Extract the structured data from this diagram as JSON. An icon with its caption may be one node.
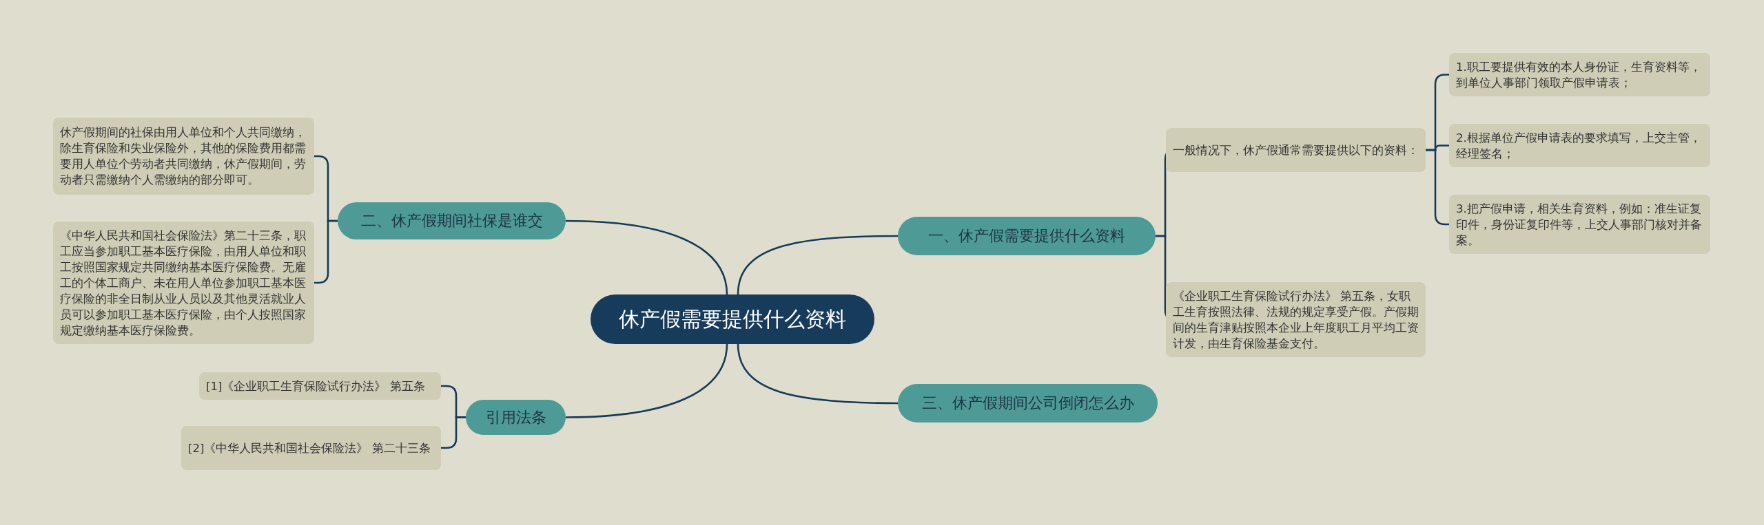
{
  "diagram": {
    "nodes": [
      {
        "text": [
          "休产假需要提供什么资料"
        ]
      },
      {
        "text": [
          "一、休产假需要提供什么资料"
        ]
      },
      {
        "text": [
          "一般情况下，休产假通常需要提供以下的资料："
        ]
      },
      {
        "text": [
          "1.职工要提供有效的本人身份证，生育资料等，到单位人事部门领取产假申请表；"
        ]
      },
      {
        "text": [
          "2.根据单位产假申请表的要求填写，上交主管，经理签名；"
        ]
      },
      {
        "text": [
          "3.把产假申请，相关生育资料，例如：准生证复印件，身份证复印件等，上交人事部门核对并备案。"
        ]
      },
      {
        "text": [
          "《企业职工生育保险试行办法》 第五条，女职工生育按照法律、法规的规定享受产假。产假期间的生育津贴按照本企业上年度职工月平均工资计发，由生育保险基金支付。"
        ]
      },
      {
        "text": [
          "三、休产假期间公司倒闭怎么办"
        ]
      },
      {
        "text": [
          "二、休产假期间社保是谁交"
        ]
      },
      {
        "text": [
          "休产假期间的社保由用人单位和个人共同缴纳，除生育保险和失业保险外，其他的保险费用都需要用人单位个劳动者共同缴纳，休产假期间，劳动者只需缴纳个人需缴纳的部分即可。"
        ]
      },
      {
        "text": [
          "《中华人民共和国社会保险法》第二十三条，职工应当参加职工基本医疗保险，由用人单位和职工按照国家规定共同缴纳基本医疗保险费。无雇工的个体工商户、未在用人单位参加职工基本医疗保险的非全日制从业人员以及其他灵活就业人员可以参加职工基本医疗保险，由个人按照国家规定缴纳基本医疗保险费。"
        ]
      },
      {
        "text": [
          "引用法条"
        ]
      },
      {
        "text": [
          "[1]《企业职工生育保险试行办法》 第五条"
        ]
      },
      {
        "text": [
          "[2]《中华人民共和国社会保险法》 第二十三条"
        ]
      }
    ],
    "edges": [
      {
        "from": 0,
        "to": 1,
        "arrow": "none"
      },
      {
        "from": 1,
        "to": 2,
        "arrow": "none"
      },
      {
        "from": 2,
        "to": 3,
        "arrow": "none"
      },
      {
        "from": 2,
        "to": 4,
        "arrow": "none"
      },
      {
        "from": 2,
        "to": 5,
        "arrow": "none"
      },
      {
        "from": 1,
        "to": 6,
        "arrow": "none"
      },
      {
        "from": 0,
        "to": 7,
        "arrow": "none"
      },
      {
        "from": 0,
        "to": 8,
        "arrow": "none"
      },
      {
        "from": 8,
        "to": 9,
        "arrow": "none"
      },
      {
        "from": 8,
        "to": 10,
        "arrow": "none"
      },
      {
        "from": 0,
        "to": 11,
        "arrow": "none"
      },
      {
        "from": 11,
        "to": 12,
        "arrow": "none"
      },
      {
        "from": 11,
        "to": 13,
        "arrow": "none"
      }
    ]
  }
}
